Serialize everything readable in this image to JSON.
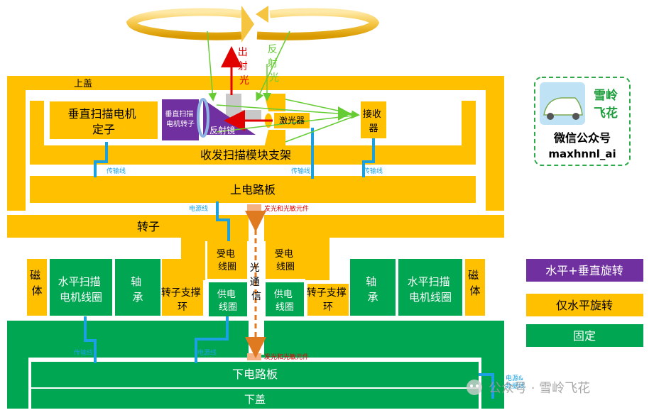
{
  "colors": {
    "rotate_both": "#7030A0",
    "rotate_horizontal": "#FFC000",
    "fixed": "#00A651",
    "emitted": "#E00000",
    "reflected": "#66CC33",
    "wire": "#1BA1E2",
    "sensor": "#F4B183",
    "optical": "#E07A20",
    "logo_border": "#2EAA4A"
  },
  "beams": {
    "emitted_label": "出射光",
    "reflected_label": "反射光"
  },
  "parts": {
    "top_cover": "上盖",
    "v_stator": "垂直扫描电机定子",
    "v_rotor": "垂直扫描电机转子",
    "mirror": "反射镜",
    "laser": "激光器",
    "receiver": "接收器",
    "bracket": "收发扫描模块支架",
    "upper_pcb": "上电路板",
    "rotor": "转子",
    "magnet": "磁体",
    "h_coil": "水平扫描电机线圈",
    "bearing": "轴承",
    "rotor_ring": "转子支撑环",
    "rx_coil": "受电线圈",
    "tx_coil": "供电线圈",
    "optical_comm": "光通信",
    "lower_pcb": "下电路板",
    "bottom_cover": "下盖"
  },
  "small_labels": {
    "transmission_line": "传输线",
    "power_line": "电源线",
    "power_data_line": "电源&数据线",
    "opto_element": "发光和光敏元件"
  },
  "legend": [
    {
      "label": "水平+垂直旋转",
      "color_key": "rotate_both",
      "text_color": "#ffffff"
    },
    {
      "label": "仅水平旋转",
      "color_key": "rotate_horizontal",
      "text_color": "#000000"
    },
    {
      "label": "固定",
      "color_key": "fixed",
      "text_color": "#ffffff"
    }
  ],
  "logo": {
    "brand_line1": "雪岭",
    "brand_line2": "飞花",
    "caption": "微信公众号",
    "account": "maxhnnl_ai"
  },
  "watermark": {
    "text": "公众号 · 雪岭飞花"
  }
}
